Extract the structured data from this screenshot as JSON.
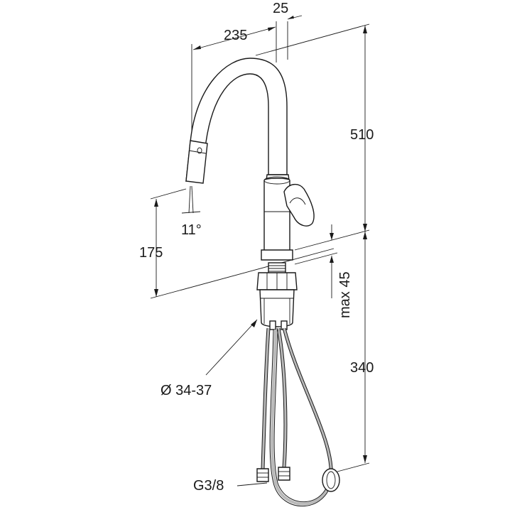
{
  "diagram": {
    "type": "technical-drawing",
    "subject": "kitchen faucet with pull-out spout",
    "dimensions": {
      "spout_reach": "235",
      "spout_offset": "25",
      "total_height": "510",
      "spout_outlet_height": "175",
      "spray_angle": "11°",
      "max_deck_thickness": "max 45",
      "hose_length": "340",
      "hole_diameter": "Ø 34-37",
      "connection_thread": "G3/8"
    },
    "colors": {
      "line": "#1a1a1a",
      "hose_fill": "#b9b9b9",
      "background": "#ffffff"
    }
  }
}
